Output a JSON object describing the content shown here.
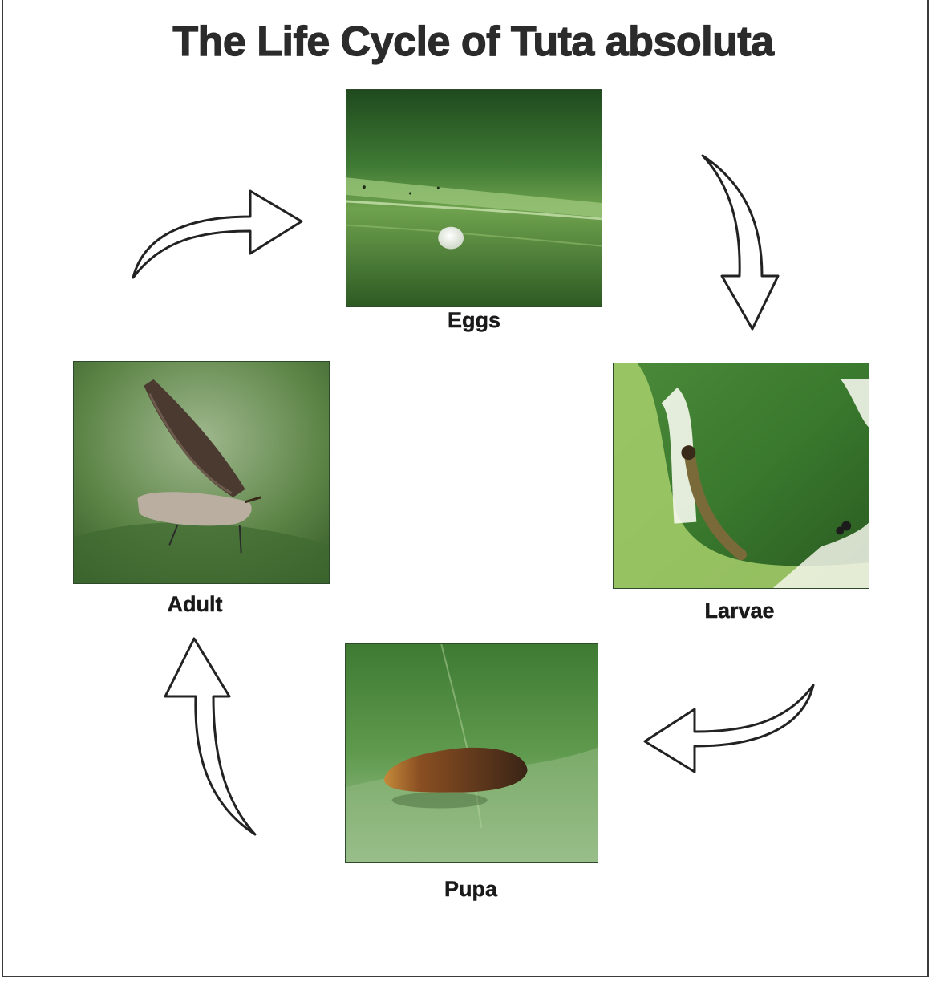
{
  "title": "The Life Cycle of Tuta absoluta",
  "stages": {
    "eggs": {
      "label": "Eggs"
    },
    "larvae": {
      "label": "Larvae"
    },
    "pupa": {
      "label": "Pupa"
    },
    "adult": {
      "label": "Adult"
    }
  }
}
